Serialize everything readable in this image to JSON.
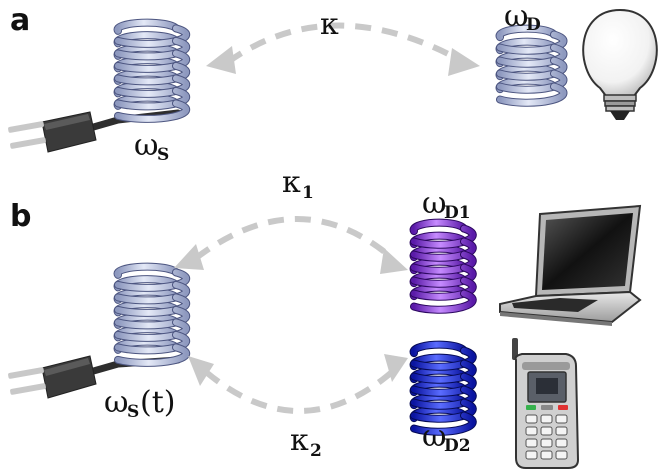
{
  "panels": {
    "a": {
      "label": "a",
      "kappa": "κ",
      "source": {
        "symbol": "ω",
        "sub": "S"
      },
      "device": {
        "symbol": "ω",
        "sub": "D"
      },
      "device_icon": "light-bulb-icon",
      "source_icon": "power-plug-icon"
    },
    "b": {
      "label": "b",
      "kappa1": {
        "symbol": "κ",
        "sub": "1"
      },
      "kappa2": {
        "symbol": "κ",
        "sub": "2"
      },
      "source": {
        "symbol": "ω",
        "sub": "S",
        "suffix": "(t)"
      },
      "device1": {
        "symbol": "ω",
        "sub": "D1"
      },
      "device2": {
        "symbol": "ω",
        "sub": "D2"
      },
      "device1_icon": "laptop-icon",
      "device2_icon": "mobile-phone-icon",
      "source_icon": "power-plug-icon"
    }
  },
  "colors": {
    "source_coil": "#b9c3e0",
    "device_a_coil": "#b9c3e0",
    "device1_coil": "#8a3ad6",
    "device2_coil": "#1e2fd0",
    "arrow": "#c9c9c9",
    "plug": "#3a3a3a"
  }
}
